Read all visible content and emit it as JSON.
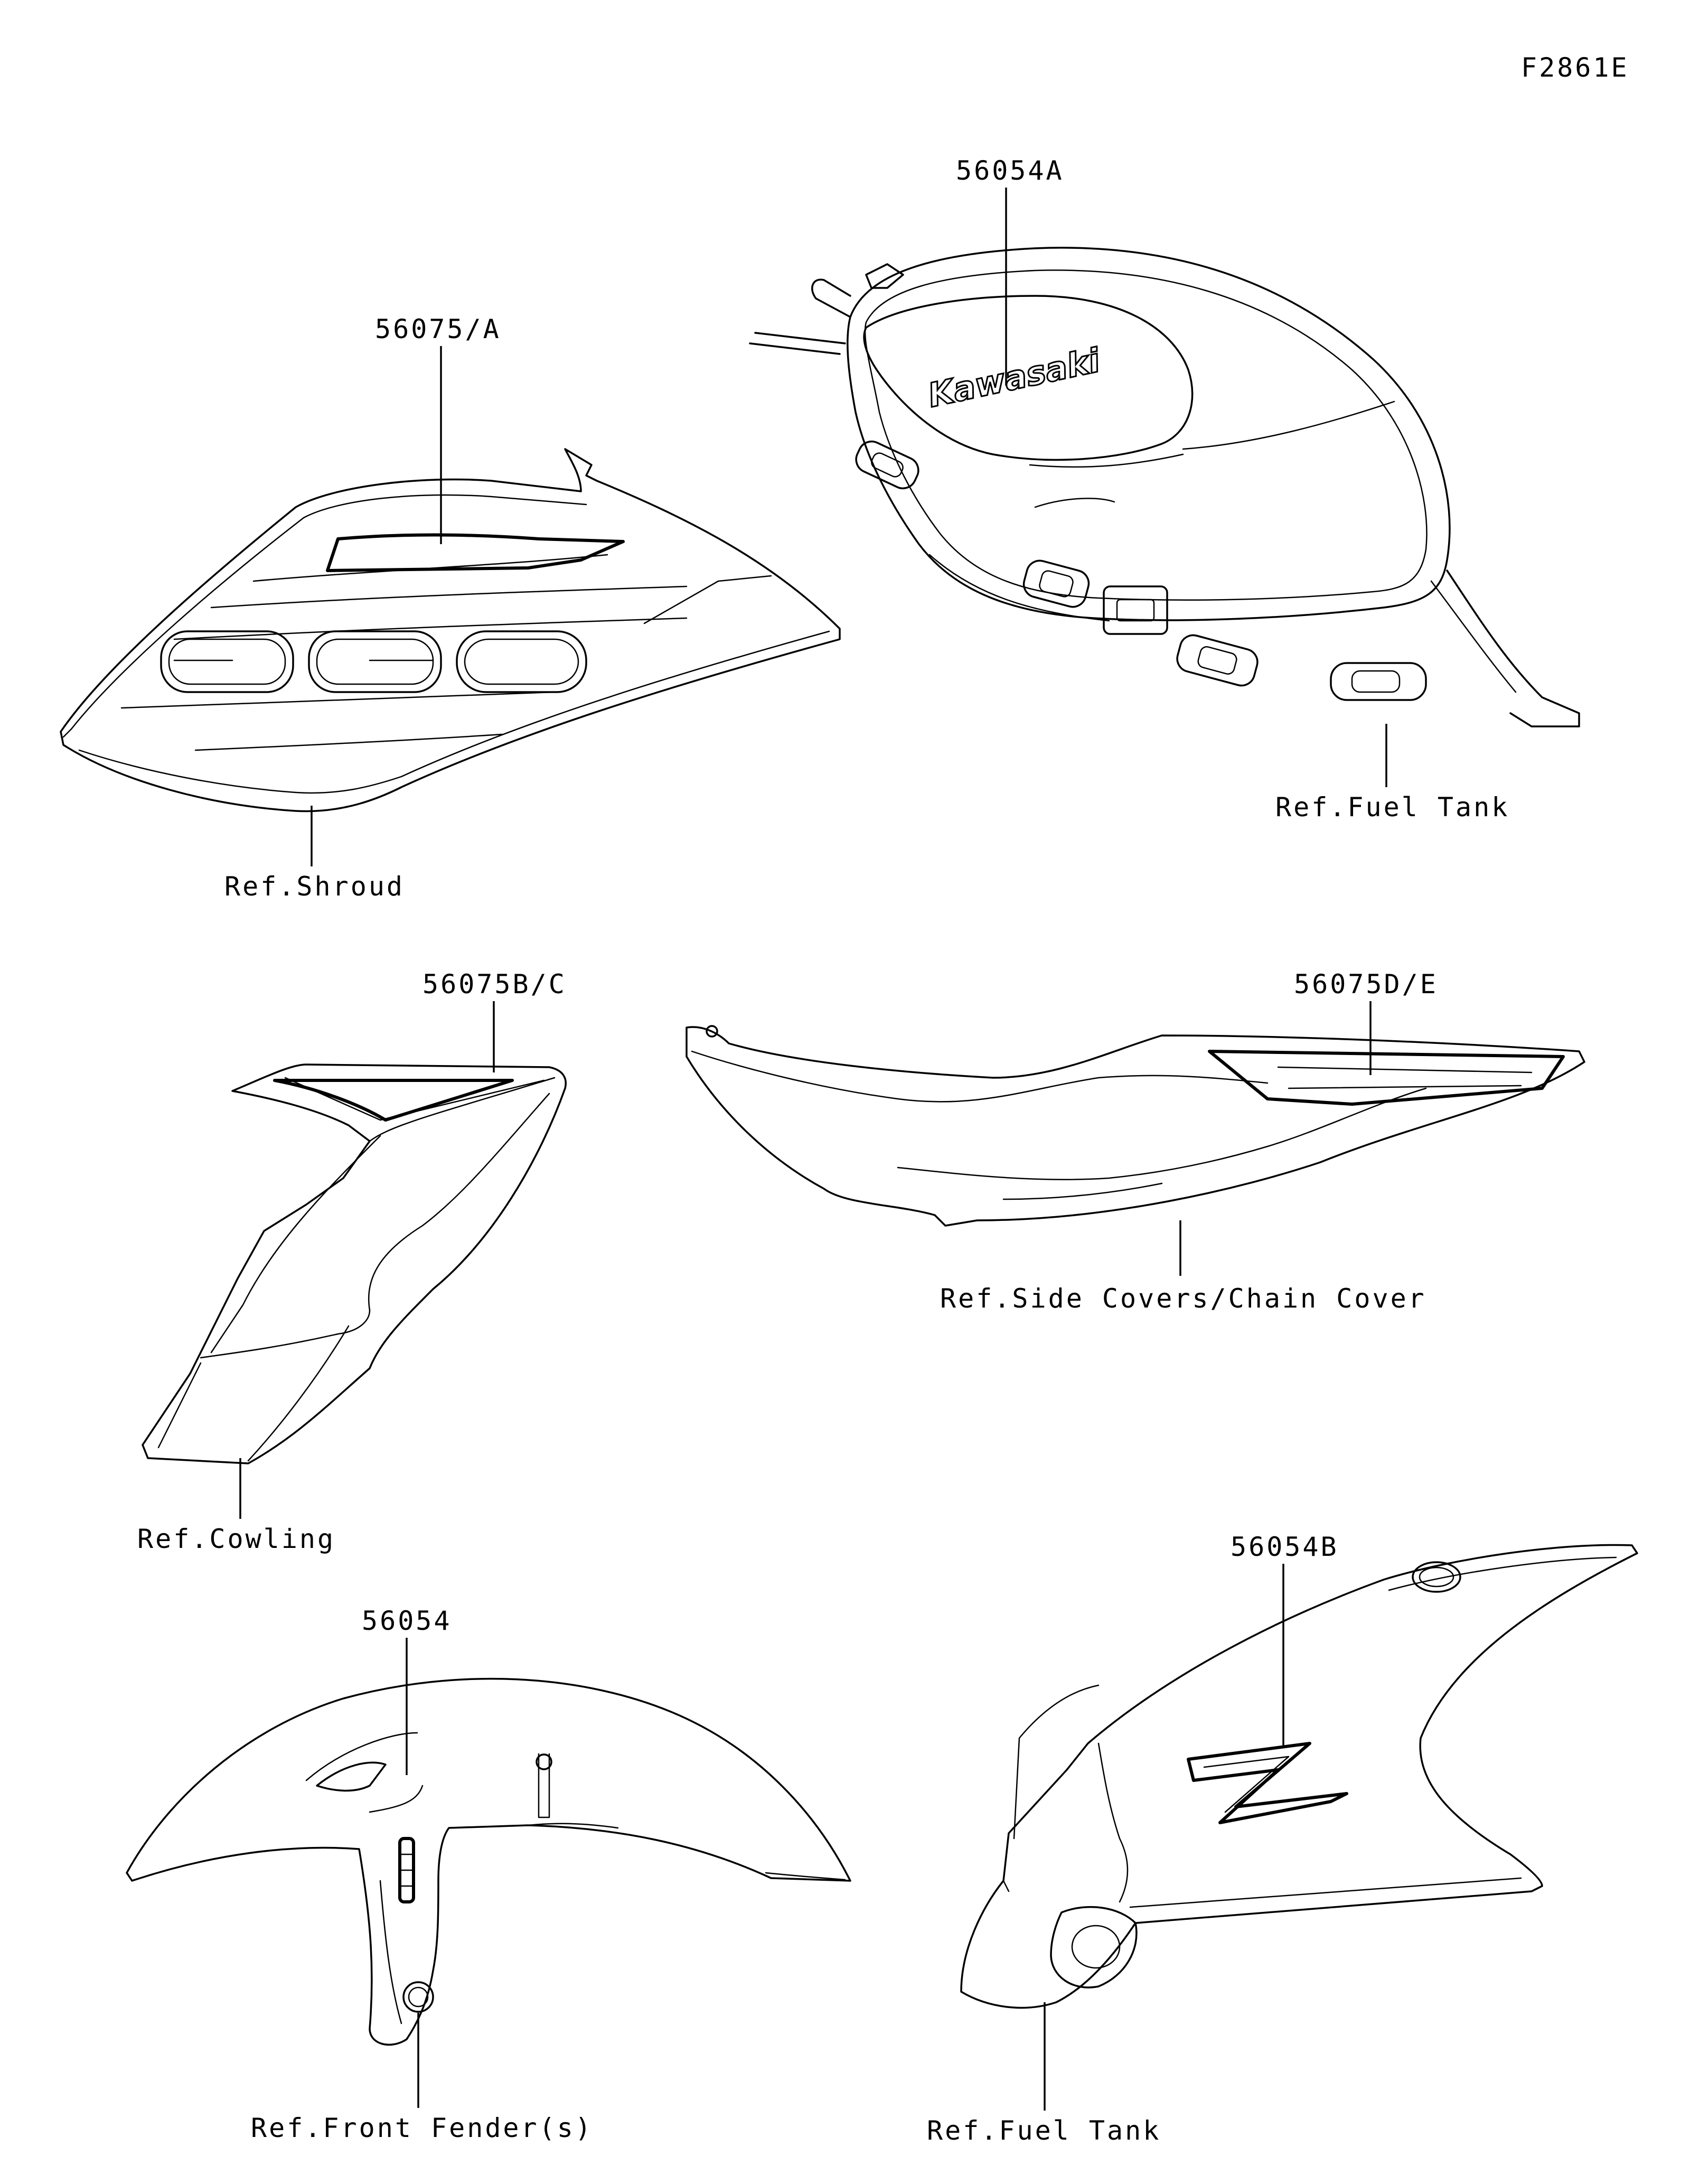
{
  "figure_code": "F2861E",
  "parts": [
    {
      "part_number": "56054A",
      "reference": "Ref.Fuel Tank",
      "logo_text": "Kawasaki"
    },
    {
      "part_number": "56075/A",
      "reference": "Ref.Shroud"
    },
    {
      "part_number": "56075B/C",
      "reference": "Ref.Cowling"
    },
    {
      "part_number": "56075D/E",
      "reference": "Ref.Side Covers/Chain Cover"
    },
    {
      "part_number": "56054",
      "reference": "Ref.Front Fender(s)"
    },
    {
      "part_number": "56054B",
      "reference": "Ref.Fuel Tank"
    }
  ]
}
